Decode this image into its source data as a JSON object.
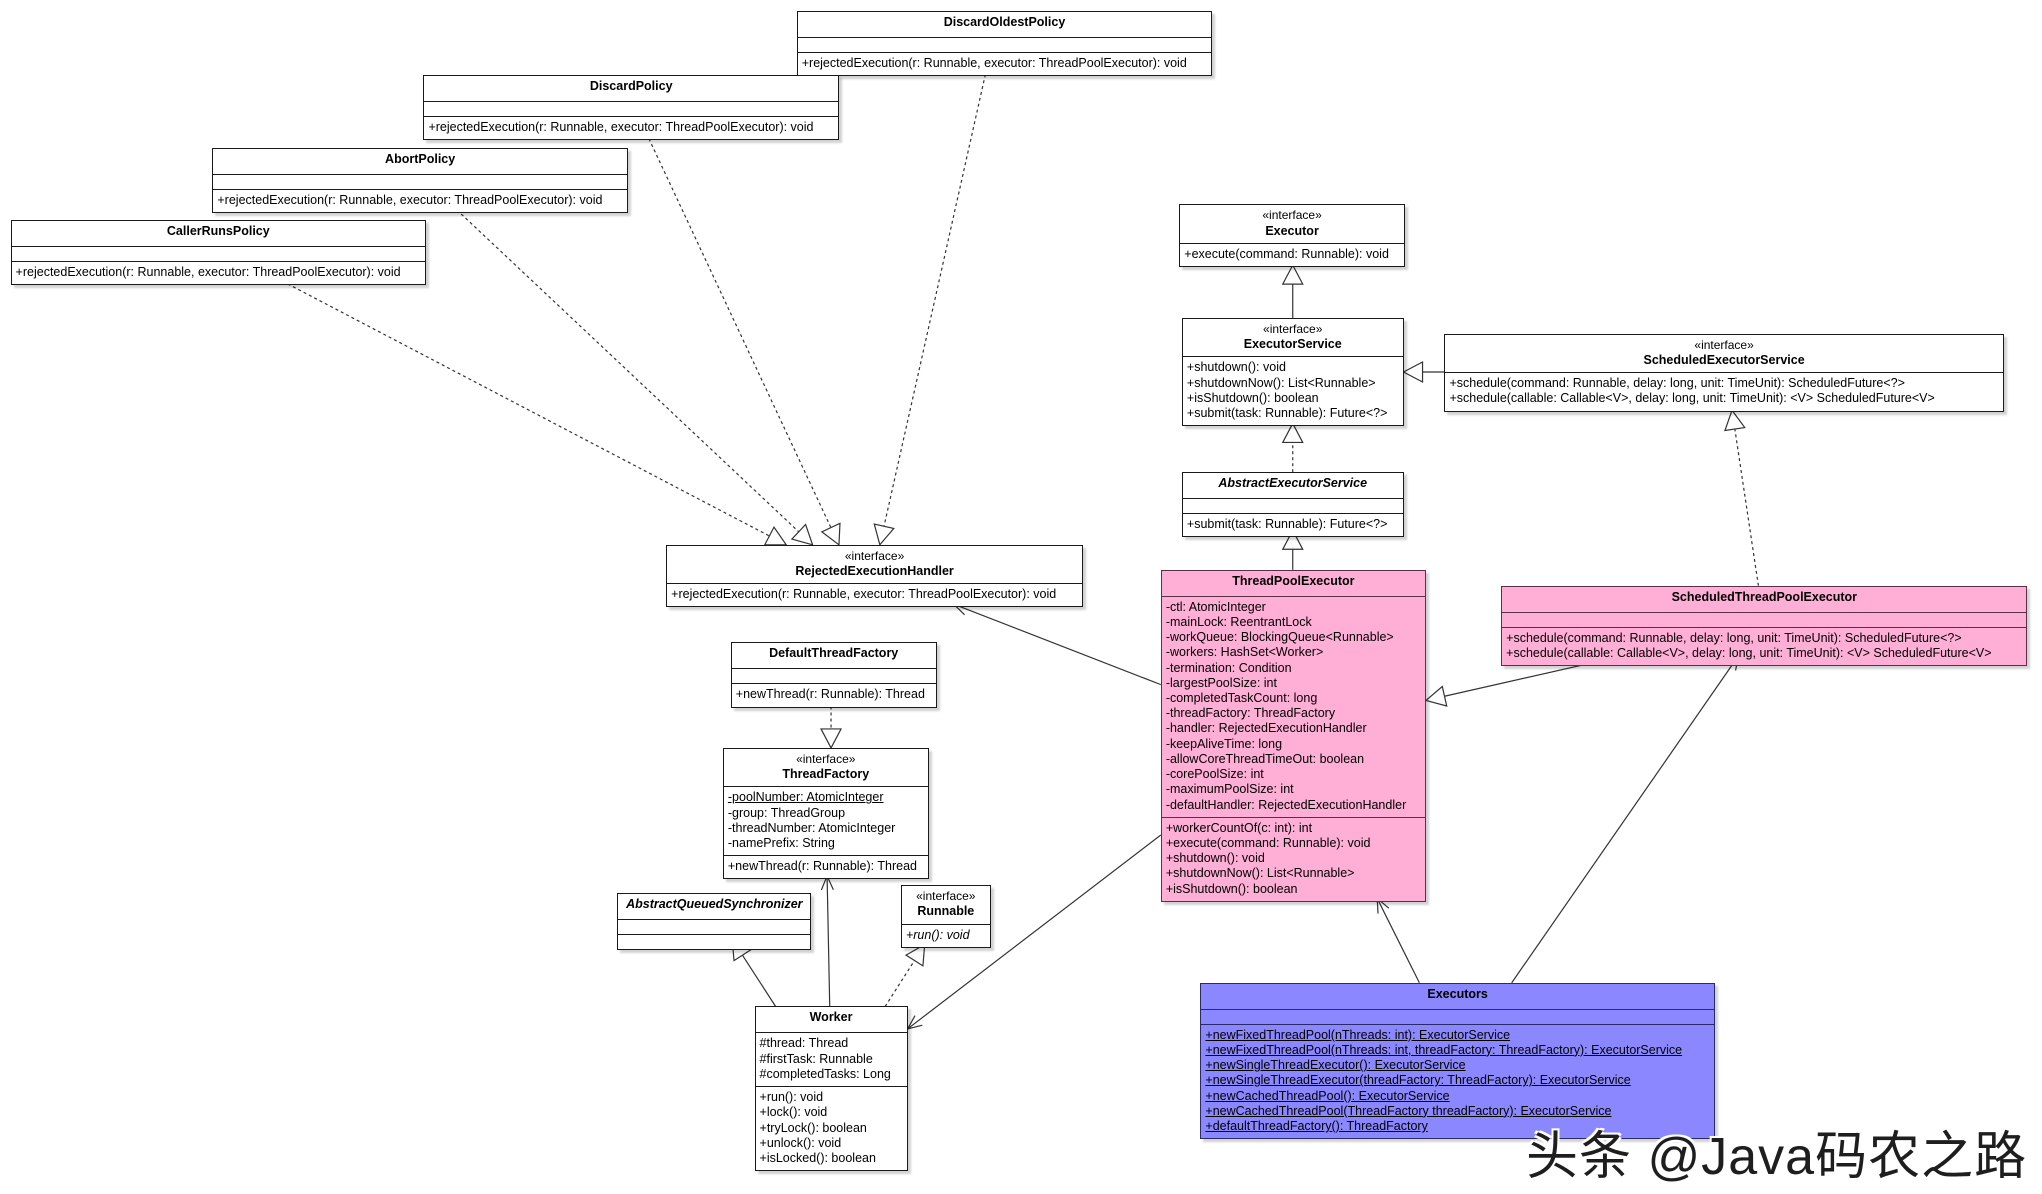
{
  "classes": [
    {
      "id": "discard-oldest-policy",
      "name": "DiscardOldestPolicy",
      "attributes": [],
      "methods": [
        "+rejectedExecution(r: Runnable, executor: ThreadPoolExecutor): void"
      ]
    },
    {
      "id": "discard-policy",
      "name": "DiscardPolicy",
      "attributes": [],
      "methods": [
        "+rejectedExecution(r: Runnable, executor: ThreadPoolExecutor): void"
      ]
    },
    {
      "id": "abort-policy",
      "name": "AbortPolicy",
      "attributes": [],
      "methods": [
        "+rejectedExecution(r: Runnable, executor: ThreadPoolExecutor): void"
      ]
    },
    {
      "id": "caller-runs-policy",
      "name": "CallerRunsPolicy",
      "attributes": [],
      "methods": [
        "+rejectedExecution(r: Runnable, executor: ThreadPoolExecutor): void"
      ]
    },
    {
      "id": "executor",
      "stereotype": "«interface»",
      "name": "Executor",
      "methods": [
        "+execute(command: Runnable): void"
      ]
    },
    {
      "id": "executor-service",
      "stereotype": "«interface»",
      "name": "ExecutorService",
      "methods": [
        "+shutdown(): void",
        "+shutdownNow(): List<Runnable>",
        "+isShutdown(): boolean",
        "+submit(task: Runnable): Future<?>"
      ]
    },
    {
      "id": "scheduled-executor-service",
      "stereotype": "«interface»",
      "name": "ScheduledExecutorService",
      "methods": [
        "+schedule(command: Runnable, delay: long, unit: TimeUnit): ScheduledFuture<?>",
        "+schedule(callable: Callable<V>, delay: long, unit: TimeUnit): <V> ScheduledFuture<V>"
      ]
    },
    {
      "id": "abstract-executor-service",
      "name": "AbstractExecutorService",
      "abstract": true,
      "attributes": [],
      "methods": [
        "+submit(task: Runnable): Future<?>"
      ]
    },
    {
      "id": "rejected-execution-handler",
      "stereotype": "«interface»",
      "name": "RejectedExecutionHandler",
      "methods": [
        "+rejectedExecution(r: Runnable, executor: ThreadPoolExecutor): void"
      ]
    },
    {
      "id": "thread-pool-executor",
      "name": "ThreadPoolExecutor",
      "color": "#ffaed6",
      "attributes": [
        "-ctl: AtomicInteger",
        "-mainLock: ReentrantLock",
        "-workQueue: BlockingQueue<Runnable>",
        "-workers: HashSet<Worker>",
        "-termination: Condition",
        "-largestPoolSize: int",
        "-completedTaskCount: long",
        "-threadFactory: ThreadFactory",
        "-handler: RejectedExecutionHandler",
        "-keepAliveTime: long",
        "-allowCoreThreadTimeOut: boolean",
        "-corePoolSize: int",
        "-maximumPoolSize: int",
        "-defaultHandler: RejectedExecutionHandler"
      ],
      "methods": [
        "+workerCountOf(c: int): int",
        "+execute(command: Runnable): void",
        "+shutdown(): void",
        "+shutdownNow(): List<Runnable>",
        "+isShutdown(): boolean"
      ]
    },
    {
      "id": "scheduled-thread-pool-executor",
      "name": "ScheduledThreadPoolExecutor",
      "color": "#ffaed6",
      "attributes": [],
      "methods": [
        "+schedule(command: Runnable, delay: long, unit: TimeUnit): ScheduledFuture<?>",
        "+schedule(callable: Callable<V>, delay: long, unit: TimeUnit): <V> ScheduledFuture<V>"
      ]
    },
    {
      "id": "default-thread-factory",
      "name": "DefaultThreadFactory",
      "attributes": [],
      "methods": [
        "+newThread(r: Runnable): Thread"
      ]
    },
    {
      "id": "thread-factory",
      "stereotype": "«interface»",
      "name": "ThreadFactory",
      "attributes": [
        "-poolNumber: AtomicInteger",
        "-group: ThreadGroup",
        "-threadNumber: AtomicInteger",
        "-namePrefix: String"
      ],
      "methods": [
        "+newThread(r: Runnable): Thread"
      ]
    },
    {
      "id": "abstract-queued-synchronizer",
      "name": "AbstractQueuedSynchronizer",
      "abstract": true,
      "attributes": [],
      "methods": []
    },
    {
      "id": "runnable",
      "stereotype": "«interface»",
      "name": "Runnable",
      "methods": [
        "+run(): void"
      ]
    },
    {
      "id": "worker",
      "name": "Worker",
      "attributes": [
        "#thread: Thread",
        "#firstTask: Runnable",
        "#completedTasks: Long"
      ],
      "methods": [
        "+run(): void",
        "+lock(): void",
        "+tryLock(): boolean",
        "+unlock(): void",
        "+isLocked(): boolean"
      ]
    },
    {
      "id": "executors",
      "name": "Executors",
      "color": "#8a87ff",
      "attributes": [],
      "methods": [
        "+newFixedThreadPool(nThreads: int): ExecutorService",
        "+newFixedThreadPool(nThreads: int, threadFactory: ThreadFactory): ExecutorService",
        "+newSingleThreadExecutor(): ExecutorService",
        "+newSingleThreadExecutor(threadFactory: ThreadFactory): ExecutorService",
        "+newCachedThreadPool(): ExecutorService",
        "+newCachedThreadPool(ThreadFactory threadFactory): ExecutorService",
        "+defaultThreadFactory(): ThreadFactory"
      ]
    }
  ],
  "relations": [
    {
      "from": "discard-oldest-policy",
      "to": "rejected-execution-handler",
      "kind": "realization"
    },
    {
      "from": "discard-policy",
      "to": "rejected-execution-handler",
      "kind": "realization"
    },
    {
      "from": "abort-policy",
      "to": "rejected-execution-handler",
      "kind": "realization"
    },
    {
      "from": "caller-runs-policy",
      "to": "rejected-execution-handler",
      "kind": "realization"
    },
    {
      "from": "executor-service",
      "to": "executor",
      "kind": "generalization"
    },
    {
      "from": "scheduled-executor-service",
      "to": "executor-service",
      "kind": "generalization"
    },
    {
      "from": "abstract-executor-service",
      "to": "executor-service",
      "kind": "realization"
    },
    {
      "from": "thread-pool-executor",
      "to": "abstract-executor-service",
      "kind": "generalization"
    },
    {
      "from": "scheduled-thread-pool-executor",
      "to": "scheduled-executor-service",
      "kind": "realization"
    },
    {
      "from": "scheduled-thread-pool-executor",
      "to": "thread-pool-executor",
      "kind": "generalization"
    },
    {
      "from": "thread-pool-executor",
      "to": "rejected-execution-handler",
      "kind": "association"
    },
    {
      "from": "thread-pool-executor",
      "to": "worker",
      "kind": "association"
    },
    {
      "from": "default-thread-factory",
      "to": "thread-factory",
      "kind": "realization"
    },
    {
      "from": "worker",
      "to": "thread-factory",
      "kind": "association"
    },
    {
      "from": "worker",
      "to": "abstract-queued-synchronizer",
      "kind": "generalization"
    },
    {
      "from": "worker",
      "to": "runnable",
      "kind": "realization"
    },
    {
      "from": "executors",
      "to": "thread-pool-executor",
      "kind": "association"
    },
    {
      "from": "executors",
      "to": "scheduled-thread-pool-executor",
      "kind": "association"
    }
  ],
  "watermark": "头条 @Java码农之路"
}
